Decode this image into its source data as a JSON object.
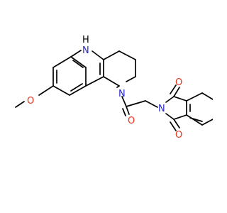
{
  "molecule": {
    "atoms": {
      "nh": "H",
      "n_indole": "N",
      "o_methoxy": "O",
      "n_piperidine": "N",
      "o_amide": "O",
      "n_imide": "N",
      "o_imide_top": "O",
      "o_imide_bottom": "O"
    }
  },
  "colors": {
    "bond": "#000000",
    "nitrogen": "#2929c8",
    "oxygen": "#e8321e"
  }
}
